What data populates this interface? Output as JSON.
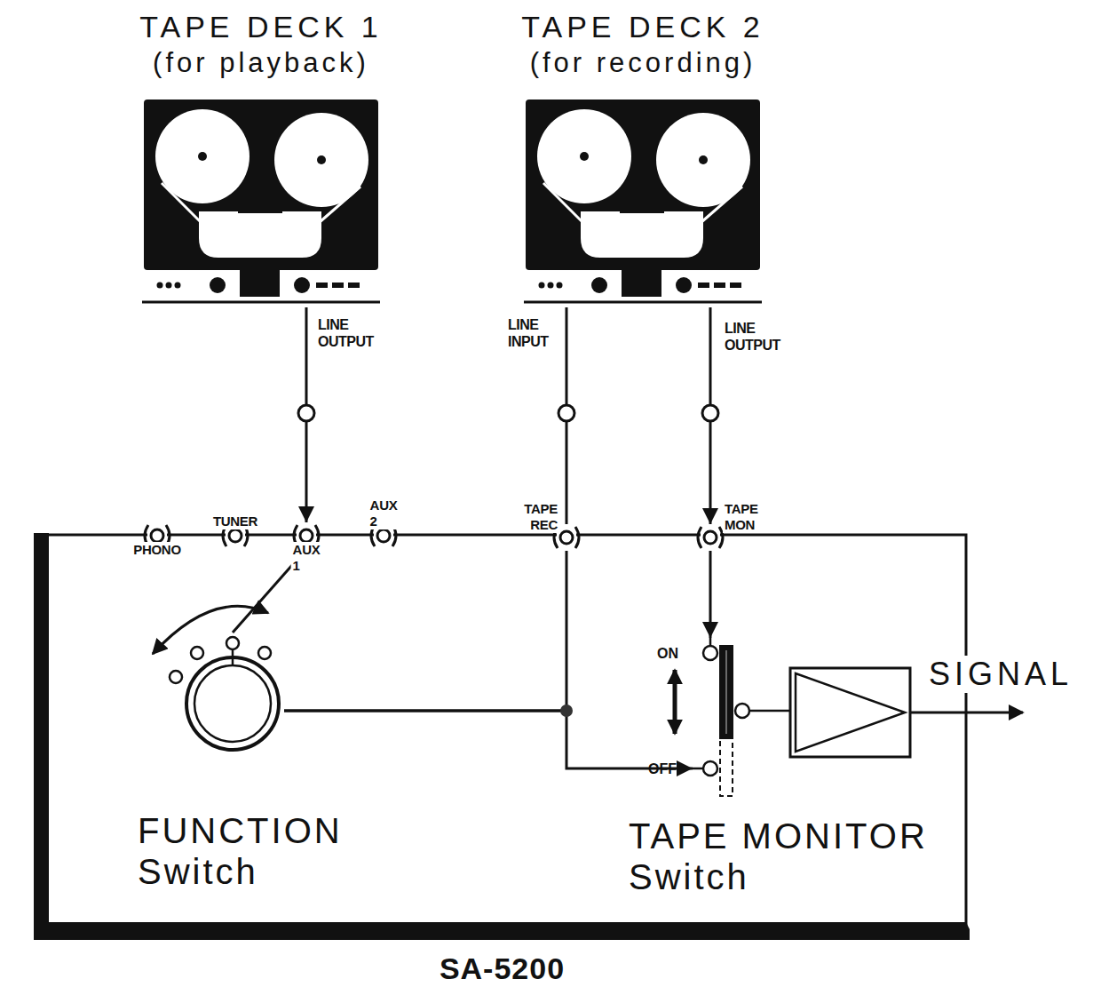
{
  "diagram": {
    "nodes": [
      {
        "text": [
          "TAPE DECK 1",
          "(for playback)"
        ]
      },
      {
        "text": [
          "TAPE DECK 2",
          "(for recording)"
        ]
      },
      {
        "text": [
          "SA-5200"
        ]
      },
      {
        "text": [
          "PHONO"
        ],
        "in": 2
      },
      {
        "text": [
          "TUNER"
        ],
        "in": 2
      },
      {
        "text": [
          "AUX 1"
        ],
        "in": 2
      },
      {
        "text": [
          "AUX 2"
        ],
        "in": 2
      },
      {
        "text": [
          "TAPE REC"
        ],
        "in": 2
      },
      {
        "text": [
          "TAPE MON"
        ],
        "in": 2
      },
      {
        "text": [
          "FUNCTION Switch"
        ],
        "in": 2
      },
      {
        "text": [
          "ON",
          "OFF",
          "TAPE MONITOR Switch"
        ],
        "in": 2
      }
    ],
    "edges": [
      {
        "from": 0,
        "to": 5,
        "arrow": "to"
      },
      {
        "from": 1,
        "to": 8,
        "arrow": "to"
      },
      {
        "from": 7,
        "to": 1,
        "arrow": "none"
      },
      {
        "from": 8,
        "to": 10,
        "arrow": "to"
      },
      {
        "from": 5,
        "to": 9,
        "arrow": "none"
      },
      {
        "from": 9,
        "to": 10,
        "arrow": "to"
      },
      {
        "from": 9,
        "to": 7,
        "arrow": "none"
      }
    ],
    "labels": [
      "LINE OUTPUT",
      "LINE INPUT",
      "LINE OUTPUT",
      "SIGNAL"
    ]
  }
}
